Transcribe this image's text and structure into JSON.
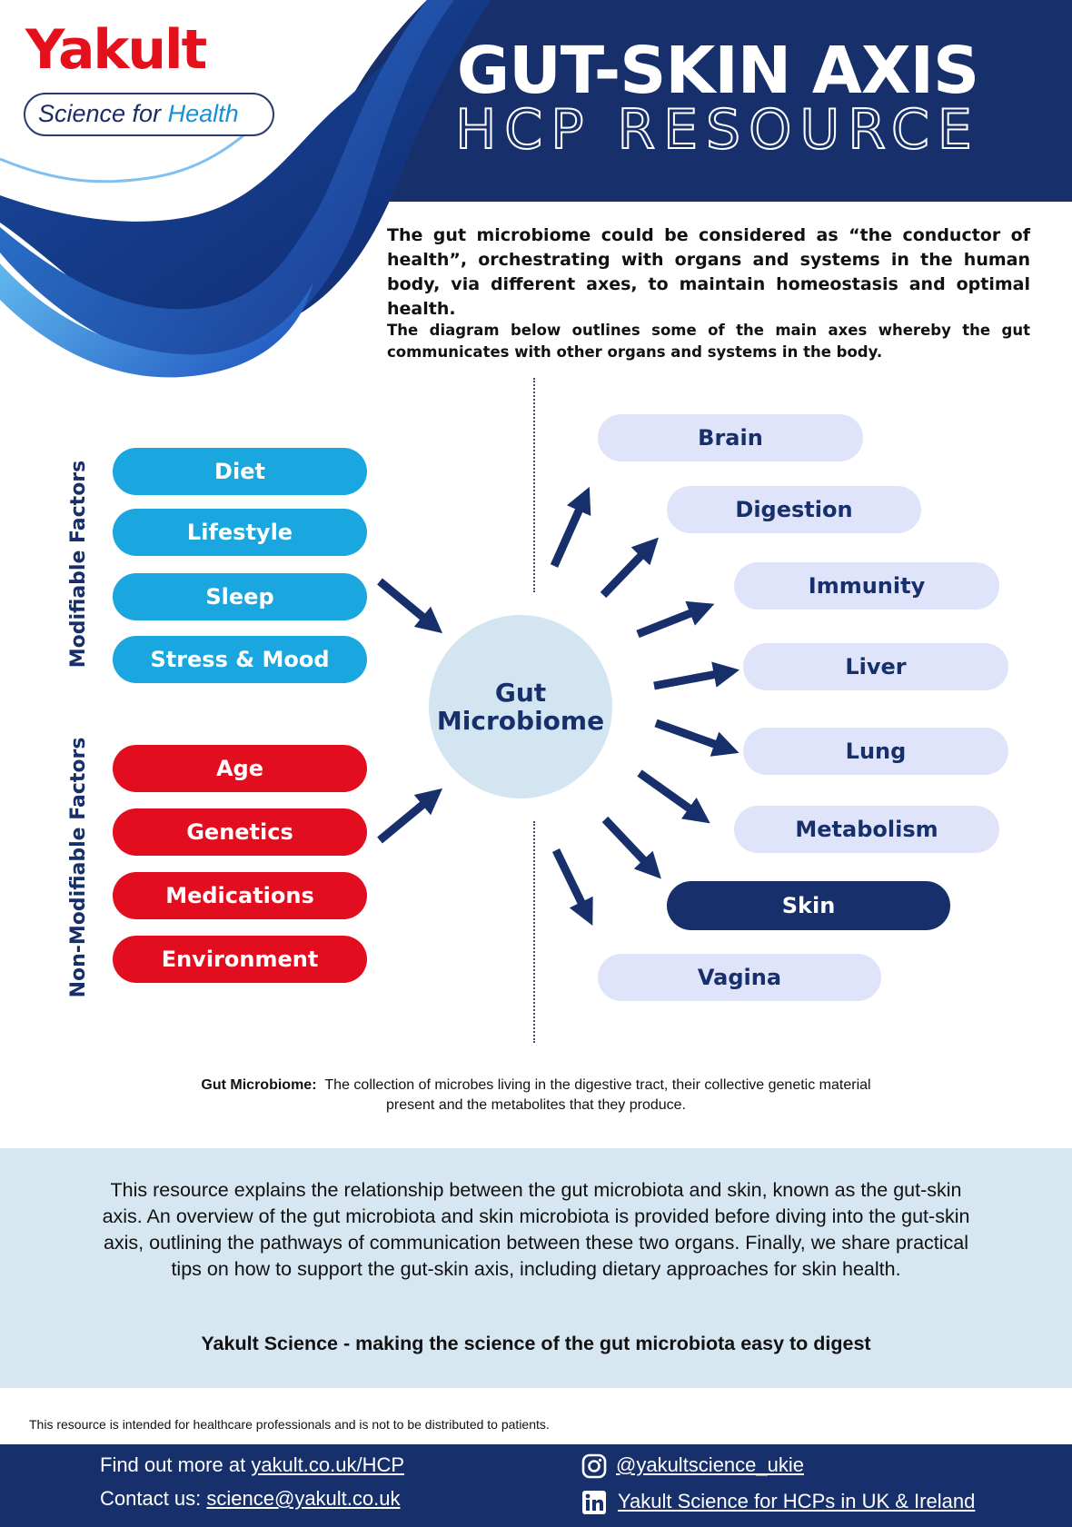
{
  "brand": {
    "logo_word": "Yakult",
    "tagline_part1": "Science for ",
    "tagline_part2": "Health",
    "colors": {
      "red": "#e4111c",
      "navy": "#17306b",
      "light_blue": "#1aa6df"
    }
  },
  "header": {
    "title": "GUT-SKIN AXIS",
    "subtitle": "HCP RESOURCE"
  },
  "intro": {
    "paragraph_1": "The gut microbiome could be considered as “the conductor of health”, orchestrating with organs and systems in the human body, via different axes, to maintain homeostasis and optimal health.",
    "paragraph_2": "The diagram below outlines some of the main axes whereby the gut communicates with other organs and systems in the body."
  },
  "diagram": {
    "modifiable_label": "Modifiable Factors",
    "non_modifiable_label": "Non-Modifiable Factors",
    "modifiable": [
      "Diet",
      "Lifestyle",
      "Sleep",
      "Stress & Mood"
    ],
    "non_modifiable": [
      "Age",
      "Genetics",
      "Medications",
      "Environment"
    ],
    "center_line1": "Gut",
    "center_line2": "Microbiome",
    "organs": [
      "Brain",
      "Digestion",
      "Immunity",
      "Liver",
      "Lung",
      "Metabolism",
      "Skin",
      "Vagina"
    ],
    "highlighted_organ": "Skin"
  },
  "definition": {
    "term": "Gut Microbiome:",
    "text": "The collection of microbes living in the digestive tract, their collective genetic material present and the metabolites that they produce."
  },
  "summary": {
    "text": "This resource explains the relationship between the gut microbiota and skin, known as the gut-skin axis. An overview of the gut microbiota and skin microbiota is provided before diving into the gut-skin axis, outlining the pathways of communication between these two organs. Finally, we share practical tips on how to support the gut-skin axis, including dietary approaches for skin health.",
    "tagline": "Yakult Science - making the science of the gut microbiota easy to digest"
  },
  "disclaimer": "This resource is intended for healthcare professionals and is not to be distributed to patients.",
  "footer": {
    "find_prefix": "Find out more at ",
    "find_link": "yakult.co.uk/HCP",
    "contact_prefix": "Contact us: ",
    "contact_link": "science@yakult.co.uk",
    "instagram": "@yakultscience_ukie",
    "linkedin": "Yakult Science for HCPs in UK & Ireland",
    "icons": [
      "instagram-icon",
      "linkedin-icon"
    ]
  }
}
